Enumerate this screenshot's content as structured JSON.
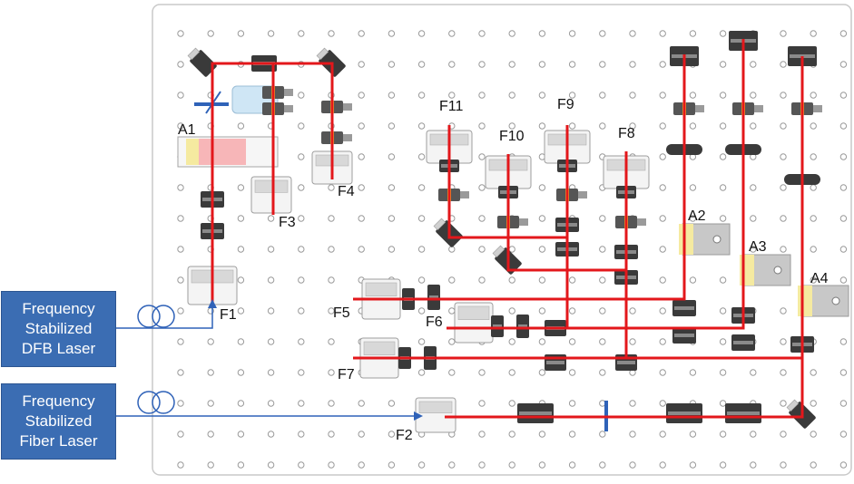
{
  "sources": [
    {
      "id": "dfb",
      "lines": [
        "Frequency",
        "Stabilized",
        "DFB Laser"
      ]
    },
    {
      "id": "fiber",
      "lines": [
        "Frequency",
        "Stabilized",
        "Fiber Laser"
      ]
    }
  ],
  "labels": {
    "A1": "A1",
    "A2": "A2",
    "A3": "A3",
    "A4": "A4",
    "F1": "F1",
    "F2": "F2",
    "F3": "F3",
    "F4": "F4",
    "F5": "F5",
    "F6": "F6",
    "F7": "F7",
    "F8": "F8",
    "F9": "F9",
    "F10": "F10",
    "F11": "F11"
  },
  "colors": {
    "beam": "#e3171b",
    "fiber": "#2f62b8",
    "box": "#3b6db3",
    "board": "#ffffff",
    "board_border": "#c9c9c9",
    "hole": "#9a9a9a",
    "mount_dark": "#3a3a3a",
    "mount_light": "#d8d8d8",
    "aom_yellow": "#f5eaa0",
    "aom_pink": "#f7b6b8",
    "aom_gray": "#c8c8c8",
    "iso_blue": "#cfe6f5"
  }
}
